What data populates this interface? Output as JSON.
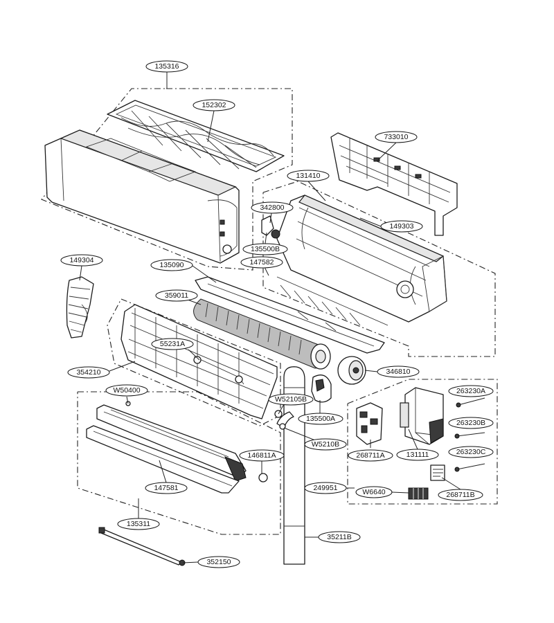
{
  "part_numbers": {
    "p135316": "135316",
    "p152302": "152302",
    "p733010": "733010",
    "p131410": "131410",
    "p342800": "342800",
    "p149303": "149303",
    "p135500B": "135500B",
    "p147582": "147582",
    "p149304": "149304",
    "p135090": "135090",
    "p359011": "359011",
    "p55231A": "55231A",
    "p354210": "354210",
    "p346810": "346810",
    "pW50400": "W50400",
    "pW52105B": "W52105B",
    "p135500A": "135500A",
    "p263230A": "263230A",
    "p263230B": "263230B",
    "pW5210B": "W5210B",
    "p146811A": "146811A",
    "p268711A": "268711A",
    "p131111": "131111",
    "p263230C": "263230C",
    "p147581": "147581",
    "p249951": "249951",
    "pW6640": "W6640",
    "p268711B": "268711B",
    "p135311": "135311",
    "p35211B": "35211B",
    "p352150": "352150"
  },
  "colors": {
    "line": "#1a1a1a",
    "background": "#ffffff"
  }
}
